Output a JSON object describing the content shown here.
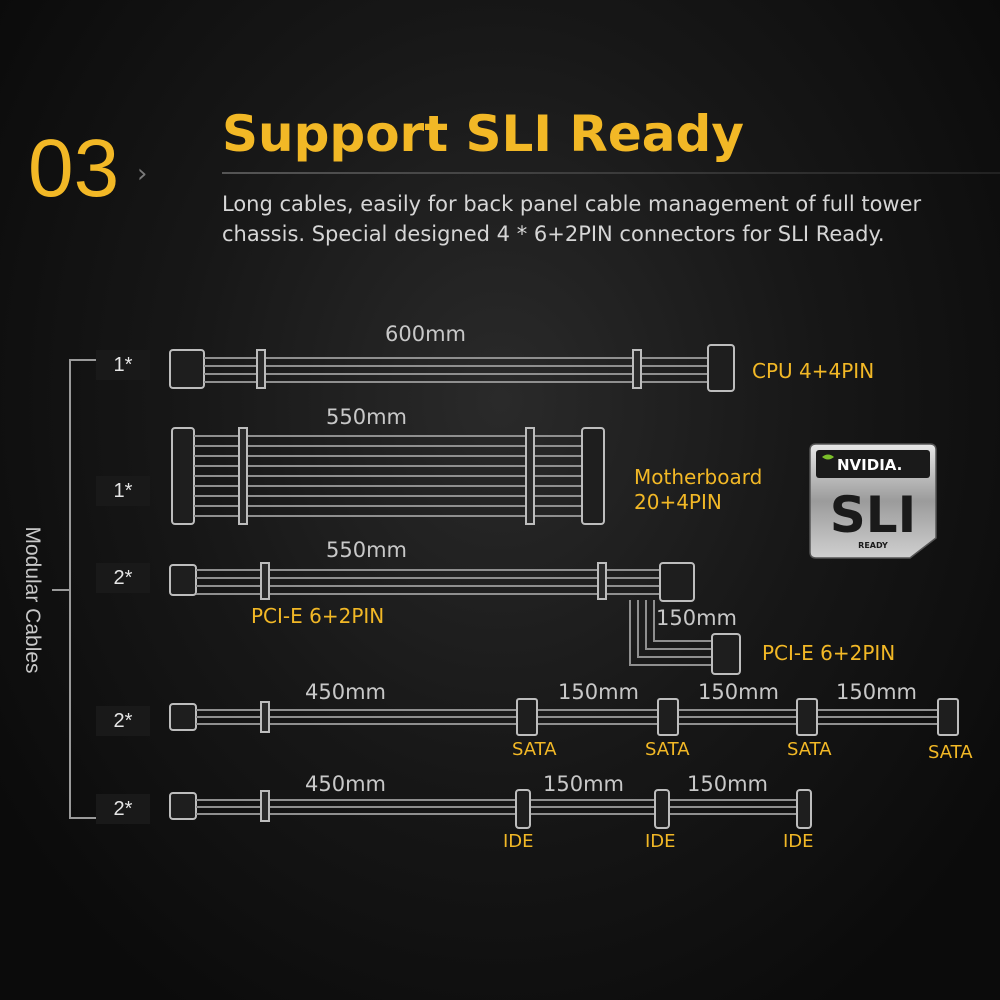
{
  "section": {
    "number": "03",
    "arrow": "›"
  },
  "headline": "Support SLI Ready",
  "description": [
    "Long cables, easily for back panel cable management of full tower",
    "chassis. Special designed 4 * 6+2PIN connectors for SLI Ready."
  ],
  "group_label": "Modular Cables",
  "badge": {
    "brand": "NVIDIA.",
    "mark": "SLI",
    "sub": "READY"
  },
  "cables": [
    {
      "qty": "1*",
      "length": "600mm",
      "label": "CPU 4+4PIN"
    },
    {
      "qty": "1*",
      "length": "550mm",
      "label_lines": [
        "Motherboard",
        "20+4PIN"
      ]
    },
    {
      "qty": "2*",
      "length": "550mm",
      "label": "PCI-E 6+2PIN",
      "branch_length": "150mm",
      "branch_label": "PCI-E 6+2PIN"
    },
    {
      "qty": "2*",
      "length": "450mm",
      "segments": [
        "150mm",
        "150mm",
        "150mm"
      ],
      "connectors": [
        "SATA",
        "SATA",
        "SATA",
        "SATA"
      ]
    },
    {
      "qty": "2*",
      "length": "450mm",
      "segments": [
        "150mm",
        "150mm"
      ],
      "connectors": [
        "IDE",
        "IDE",
        "IDE"
      ]
    }
  ],
  "colors": {
    "accent": "#f2b826",
    "text": "#d6d6d6",
    "cable": "#9a9a9a",
    "background": "#161616"
  }
}
